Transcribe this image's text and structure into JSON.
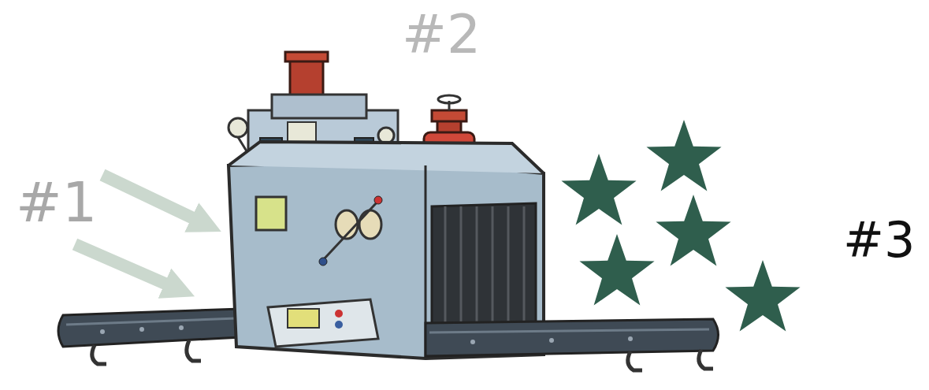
{
  "diagram": {
    "labels": [
      "#2",
      "#1",
      "#3"
    ]
  }
}
